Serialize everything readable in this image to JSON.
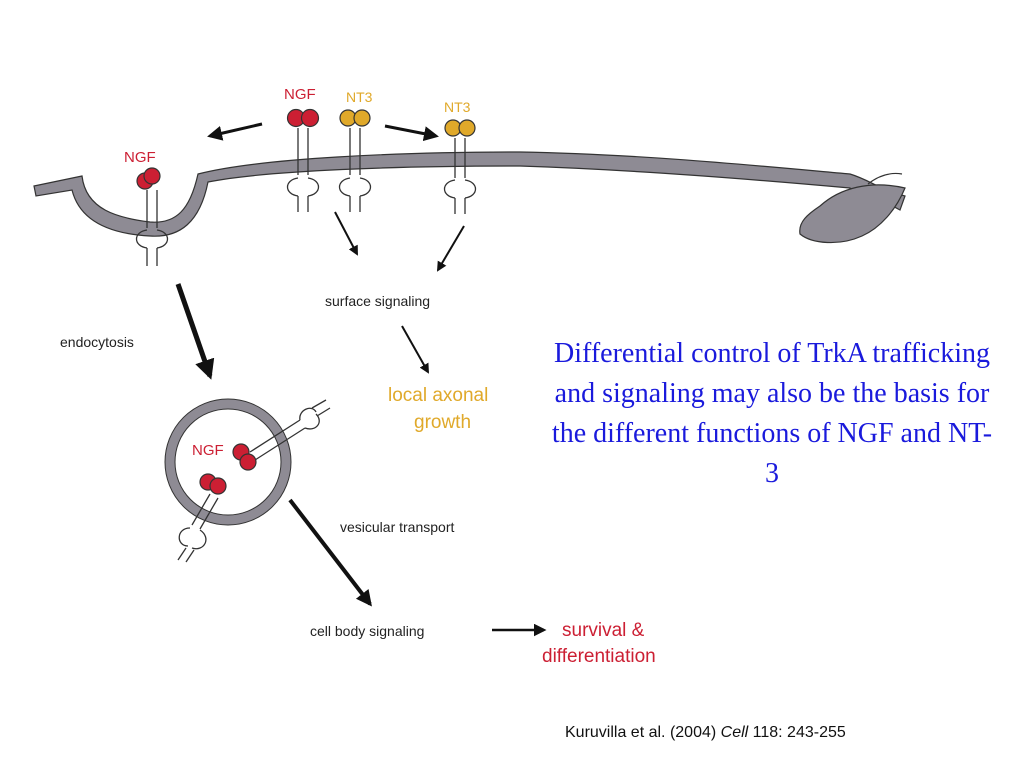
{
  "diagram": {
    "labels": {
      "ngf_top": "NGF",
      "nt3_top": "NT3",
      "nt3_right": "NT3",
      "ngf_pit": "NGF",
      "ngf_vesicle": "NGF",
      "surface_signaling": "surface signaling",
      "endocytosis": "endocytosis",
      "local_axonal_growth_line1": "local axonal",
      "local_axonal_growth_line2": "growth",
      "vesicular_transport": "vesicular transport",
      "cell_body_signaling": "cell body signaling",
      "survival_line1": "survival &",
      "survival_line2": "differentiation"
    },
    "colors": {
      "ngf": "#cc1f33",
      "nt3": "#e0a92a",
      "membrane": "#8e8b94",
      "outline": "#333333",
      "label_dark": "#222222",
      "accent_blue": "#1a1adc"
    }
  },
  "caption": "Differential control of TrkA trafficking and signaling may also be the basis for the different functions of NGF and NT-3",
  "citation": {
    "authors": "Kuruvilla et al. (2004) ",
    "journal": "Cell",
    "details": " 118: 243-255"
  }
}
